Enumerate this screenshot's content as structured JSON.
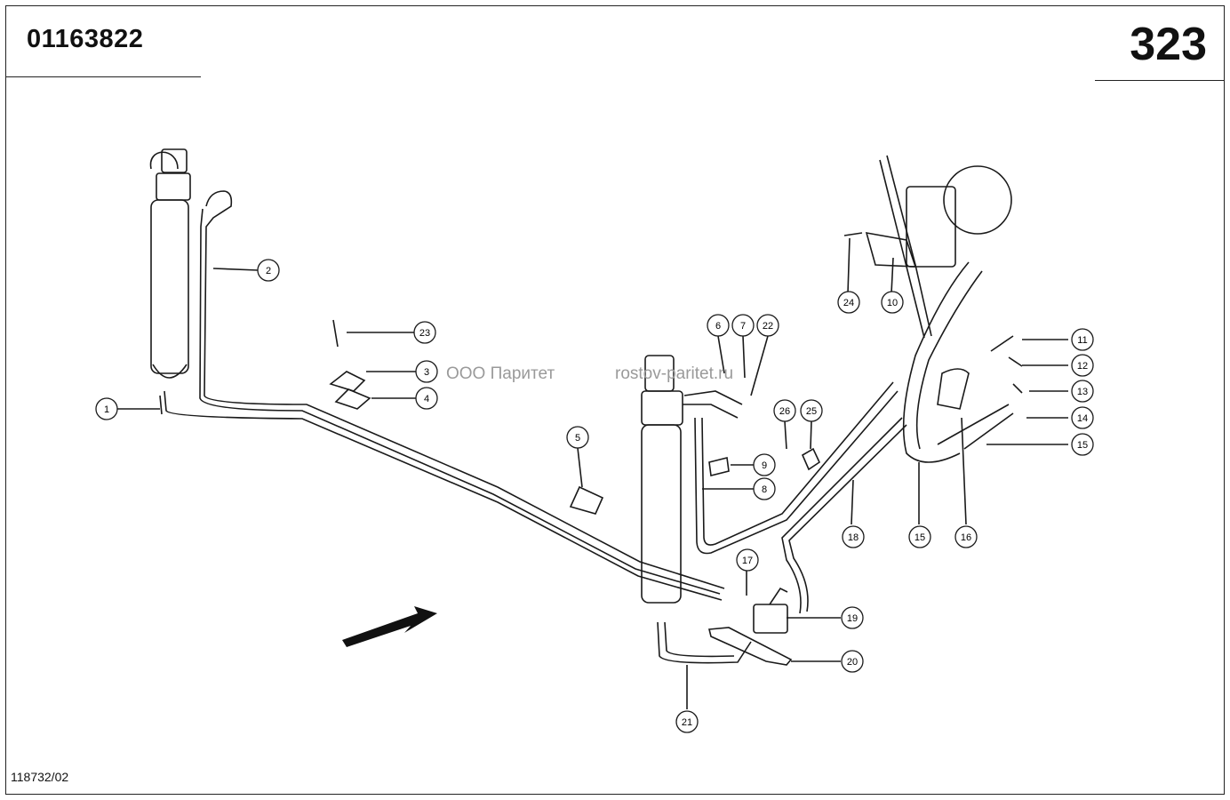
{
  "header": {
    "part_number": "01163822",
    "page_number": "323"
  },
  "footer": {
    "drawing_ref": "118732/02"
  },
  "watermark": {
    "company": "ООО Паритет",
    "site": "rostov-paritet.ru"
  },
  "callouts": [
    "1",
    "2",
    "3",
    "4",
    "5",
    "6",
    "7",
    "22",
    "8",
    "9",
    "26",
    "25",
    "23",
    "24",
    "10",
    "11",
    "12",
    "13",
    "14",
    "15",
    "15",
    "16",
    "17",
    "18",
    "19",
    "20",
    "21"
  ]
}
